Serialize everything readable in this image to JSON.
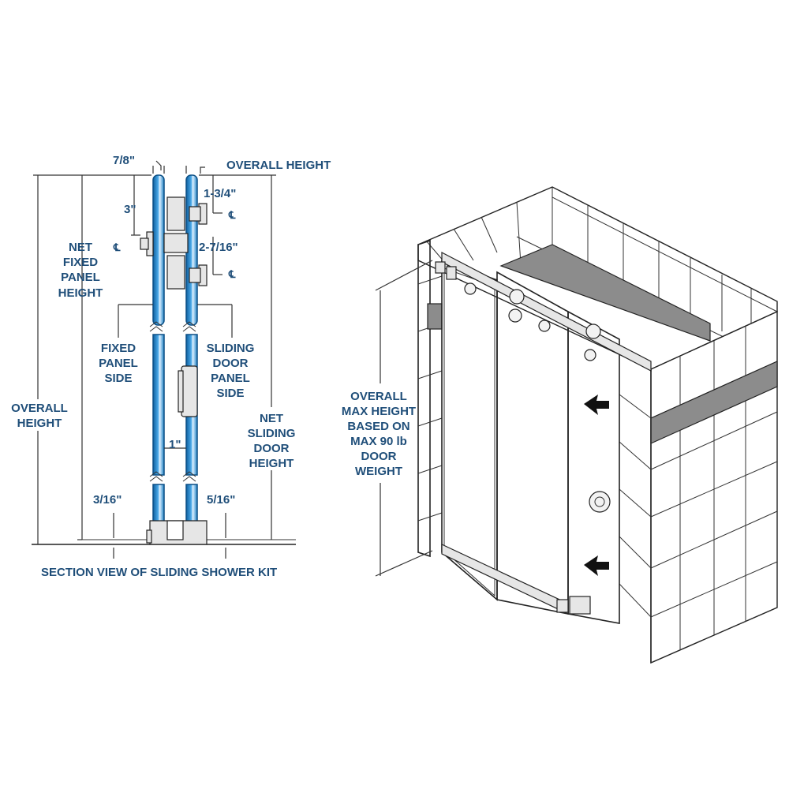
{
  "section_view": {
    "caption": "SECTION VIEW OF SLIDING SHOWER KIT",
    "labels": {
      "seven_eighths": "7/8\"",
      "overall_height_top": "OVERALL HEIGHT",
      "three_in": "3\"",
      "one_three_quarter": "1-3/4\"",
      "two_seven_sixteenths": "2-7/16\"",
      "net_fixed_panel_height": [
        "NET",
        "FIXED",
        "PANEL",
        "HEIGHT"
      ],
      "fixed_panel_side": [
        "FIXED",
        "PANEL",
        "SIDE"
      ],
      "sliding_door_panel_side": [
        "SLIDING",
        "DOOR",
        "PANEL",
        "SIDE"
      ],
      "overall_height_left": [
        "OVERALL",
        "HEIGHT"
      ],
      "net_sliding_door_height": [
        "NET",
        "SLIDING",
        "DOOR",
        "HEIGHT"
      ],
      "one_in": "1\"",
      "three_sixteenths": "3/16\"",
      "five_sixteenths": "5/16\""
    },
    "centerline_symbol": "℄",
    "glass_color": "#1a7fc4"
  },
  "enclosure_view": {
    "overall_max_height_label": [
      "OVERALL",
      "MAX HEIGHT",
      "BASED ON",
      "MAX 90 lb",
      "DOOR",
      "WEIGHT"
    ],
    "accent_stripe_color": "#8c8c8c"
  }
}
